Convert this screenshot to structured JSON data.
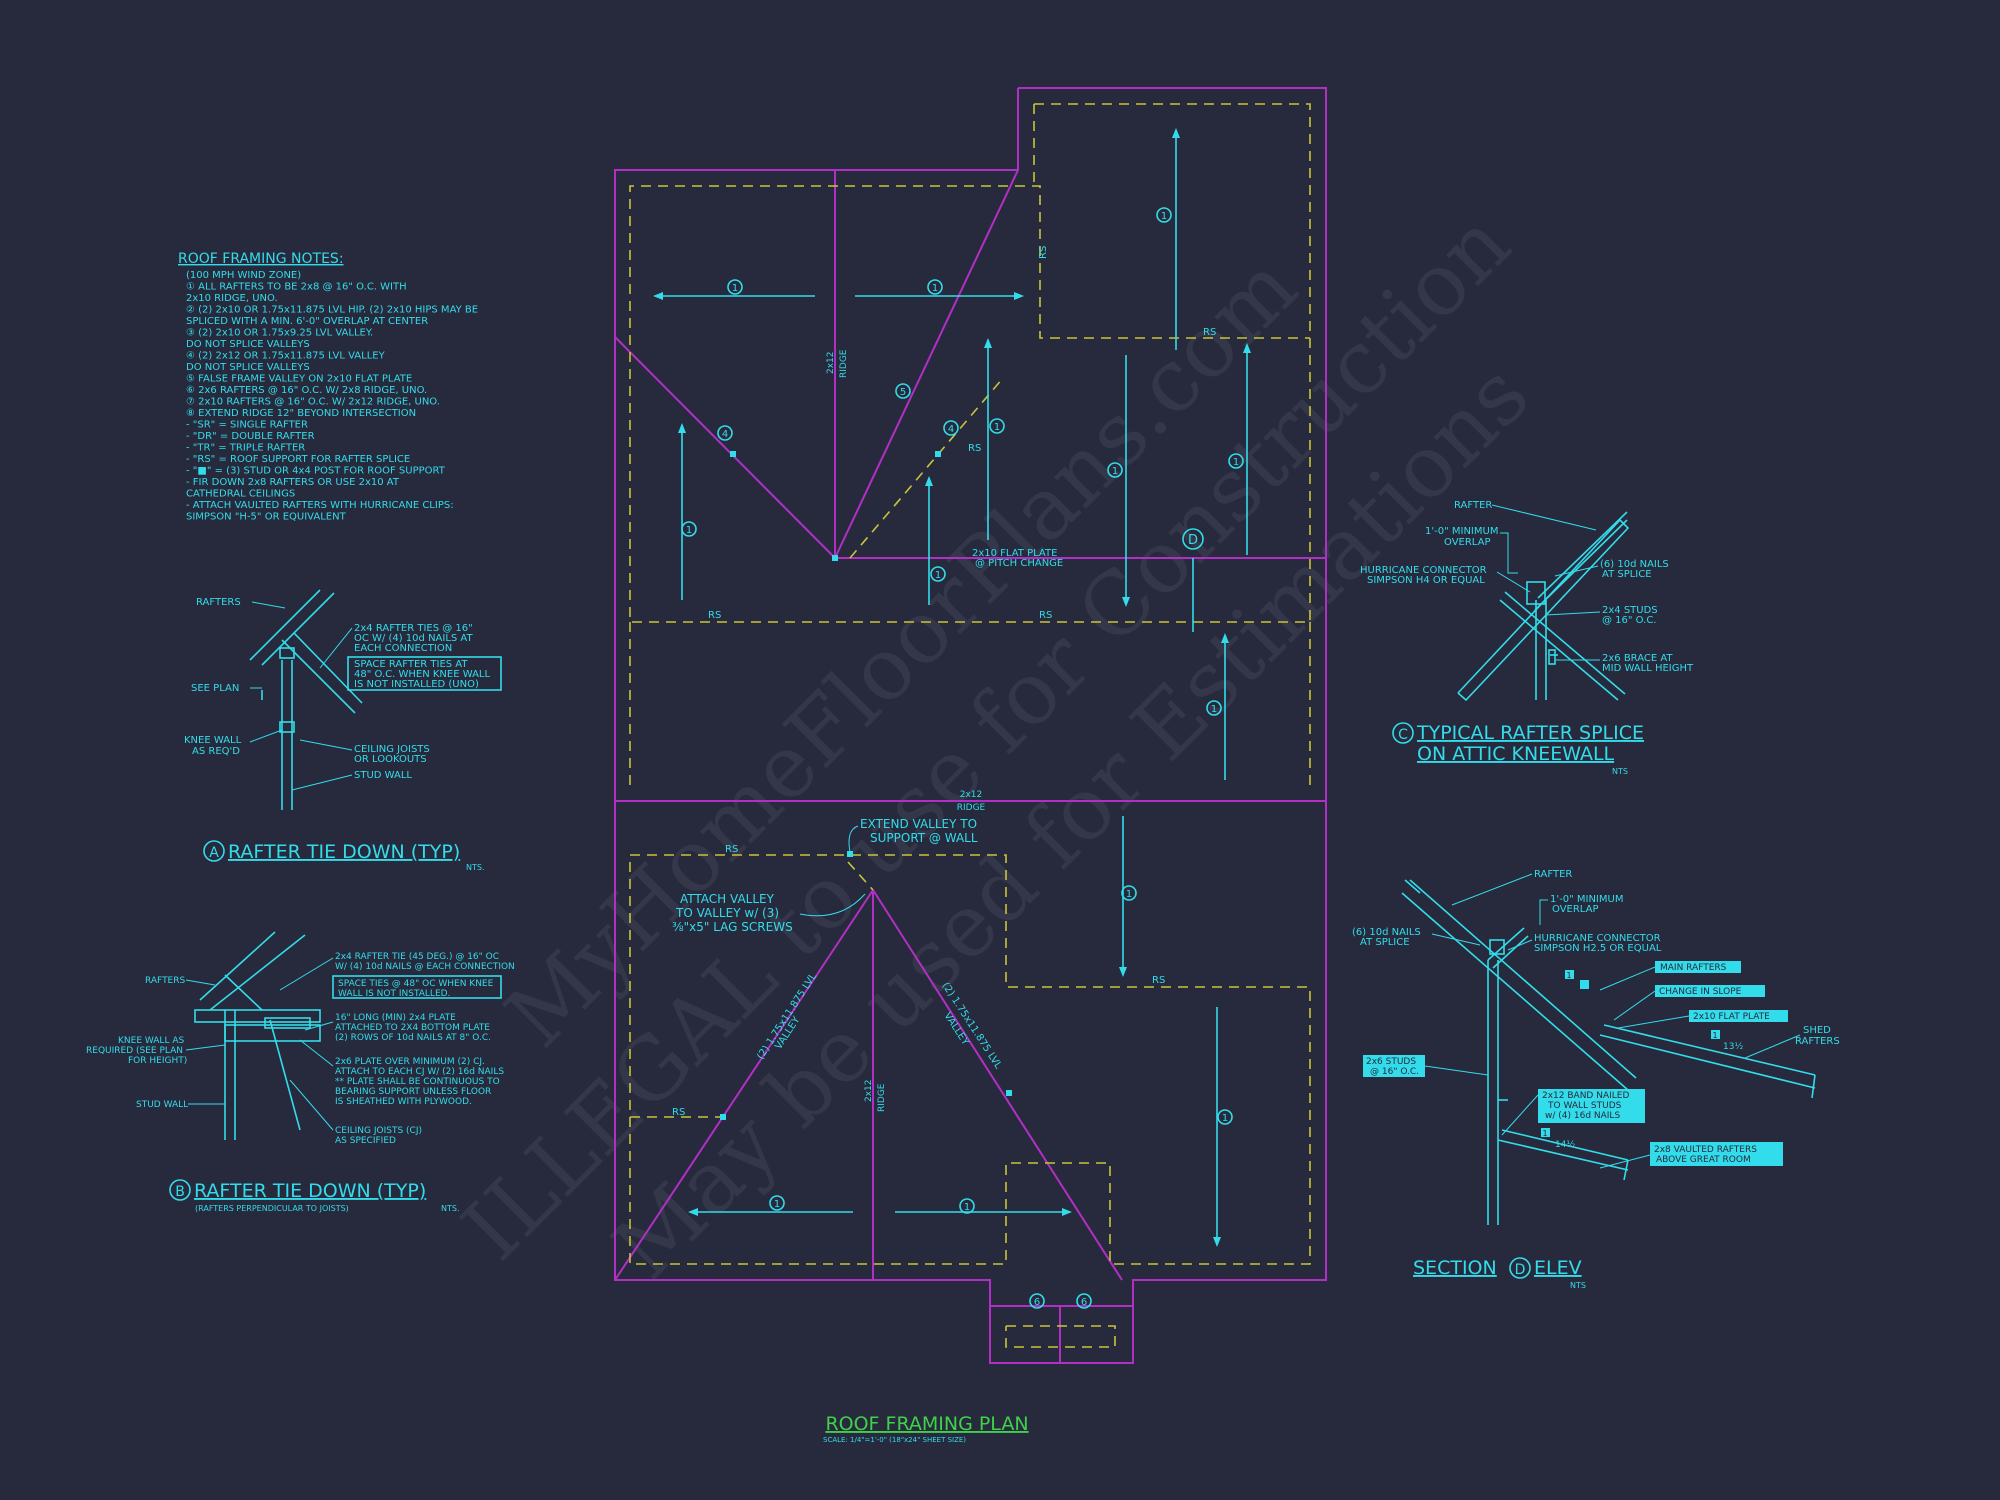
{
  "colors": {
    "background": "#272a3c",
    "cyan": "#33dcea",
    "plan_outline": "#b12fc4",
    "dashed": "#c8c43a",
    "title_green": "#3fd14a"
  },
  "notes": {
    "title": "ROOF FRAMING NOTES:",
    "lines": [
      "(100 MPH WIND ZONE)",
      "① ALL RAFTERS TO BE 2x8 @ 16\" O.C. WITH",
      "    2x10 RIDGE, UNO.",
      "② (2) 2x10 OR 1.75x11.875 LVL HIP. (2) 2x10 HIPS MAY BE",
      "    SPLICED WITH A MIN. 6'-0\" OVERLAP AT CENTER",
      "③ (2) 2x10 OR 1.75x9.25 LVL VALLEY.",
      "    DO NOT SPLICE VALLEYS",
      "④ (2) 2x12 OR 1.75x11.875 LVL VALLEY",
      "    DO NOT SPLICE VALLEYS",
      "⑤ FALSE FRAME VALLEY ON 2x10 FLAT PLATE",
      "⑥ 2x6 RAFTERS @ 16\" O.C. W/ 2x8 RIDGE, UNO.",
      "⑦ 2x10 RAFTERS @ 16\" O.C. W/ 2x12 RIDGE, UNO.",
      "⑧ EXTEND RIDGE 12\" BEYOND INTERSECTION",
      "-  \"SR\" = SINGLE RAFTER",
      "-  \"DR\" = DOUBLE RAFTER",
      "-  \"TR\" = TRIPLE RAFTER",
      "-  \"RS\" = ROOF SUPPORT FOR RAFTER SPLICE",
      "-  \"■\" = (3) STUD OR 4x4 POST FOR ROOF SUPPORT",
      "-  FIR DOWN 2x8 RAFTERS OR USE 2x10 AT",
      "    CATHEDRAL CEILINGS",
      "-  ATTACH VAULTED RAFTERS WITH HURRICANE CLIPS:",
      "    SIMPSON \"H-5\" OR EQUIVALENT"
    ]
  },
  "detail_a": {
    "letter": "A",
    "title": "RAFTER TIE DOWN (TYP)",
    "scale": "NTS.",
    "labels": {
      "rafters": "RAFTERS",
      "see_plan": "SEE PLAN",
      "knee_wall_1": "KNEE WALL",
      "knee_wall_2": "AS REQ'D",
      "tie_1": "2x4 RAFTER TIES @ 16\"",
      "tie_2": "OC W/ (4) 10d NAILS AT",
      "tie_3": "EACH CONNECTION",
      "space_1": "SPACE RAFTER TIES AT",
      "space_2": "48\" O.C. WHEN KNEE WALL",
      "space_3": "IS NOT INSTALLED (UNO)",
      "joists_1": "CEILING JOISTS",
      "joists_2": "OR LOOKOUTS",
      "stud_wall": "STUD WALL"
    }
  },
  "detail_b": {
    "letter": "B",
    "title": "RAFTER TIE DOWN (TYP)",
    "subtitle": "(RAFTERS PERPENDICULAR TO JOISTS)",
    "scale": "NTS.",
    "labels": {
      "rafters": "RAFTERS",
      "knee_1": "KNEE WALL AS",
      "knee_2": "REQUIRED (SEE PLAN",
      "knee_3": "FOR HEIGHT)",
      "stud_wall": "STUD WALL",
      "tie_1": "2x4 RAFTER TIE (45 DEG.) @ 16\" OC",
      "tie_2": "W/ (4) 10d NAILS @ EACH CONNECTION",
      "space_1": "SPACE TIES @ 48\" OC WHEN KNEE",
      "space_2": "WALL IS NOT INSTALLED.",
      "plate_1": "16\" LONG (MIN) 2x4 PLATE",
      "plate_2": "ATTACHED TO 2X4 BOTTOM PLATE",
      "plate_3": "(2) ROWS OF 10d NAILS AT 8\" O.C.",
      "over_1": "2x6 PLATE OVER MINIMUM (2) CJ.",
      "over_2": "ATTACH TO EACH CJ W/ (2) 16d NAILS",
      "over_3": "** PLATE SHALL BE CONTINUOUS TO",
      "over_4": "BEARING SUPPORT UNLESS FLOOR",
      "over_5": "IS SHEATHED WITH PLYWOOD.",
      "cj_1": "CEILING JOISTS (CJ)",
      "cj_2": "AS SPECIFIED"
    }
  },
  "detail_c": {
    "letter": "C",
    "title_1": "TYPICAL RAFTER SPLICE",
    "title_2": "ON ATTIC KNEEWALL",
    "scale": "NTS",
    "labels": {
      "rafter": "RAFTER",
      "overlap_1": "1'-0\" MINIMUM",
      "overlap_2": "OVERLAP",
      "hurricane_1": "HURRICANE CONNECTOR",
      "hurricane_2": "SIMPSON H4 OR EQUAL",
      "nails_1": "(6) 10d NAILS",
      "nails_2": "AT SPLICE",
      "studs_1": "2x4 STUDS",
      "studs_2": "@ 16\" O.C.",
      "brace_1": "2x6 BRACE AT",
      "brace_2": "MID WALL HEIGHT"
    }
  },
  "detail_d": {
    "title_pre": "SECTION",
    "letter": "D",
    "title_post": "ELEV",
    "scale": "NTS",
    "labels": {
      "rafter": "RAFTER",
      "overlap_1": "1'-0\" MINIMUM",
      "overlap_2": "OVERLAP",
      "nails_1": "(6) 10d NAILS",
      "nails_2": "AT SPLICE",
      "hurricane_1": "HURRICANE CONNECTOR",
      "hurricane_2": "SIMPSON H2.5 OR EQUAL",
      "main": "MAIN RAFTERS",
      "slope": "CHANGE IN SLOPE",
      "flat": "2x10 FLAT PLATE",
      "shed_1": "SHED",
      "shed_2": "RAFTERS",
      "pitch": "1",
      "pitch_run": "13½",
      "studs_1": "2x6 STUDS",
      "studs_2": "@ 16\" O.C.",
      "band_1": "2x12 BAND NAILED",
      "band_2": "TO WALL STUDS",
      "band_3": "w/ (4) 16d NAILS",
      "pitch_b": "1",
      "pitch_b_run": "14½",
      "vaulted_1": "2x8 VAULTED RAFTERS",
      "vaulted_2": "ABOVE GREAT ROOM"
    }
  },
  "plan": {
    "title": "ROOF FRAMING PLAN",
    "scale": "SCALE: 1/4\"=1'-0\" (18\"x24\" SHEET SIZE)",
    "rs": "RS",
    "ridge_size": "2x12",
    "ridge": "RIDGE",
    "flat_plate_1": "2x10 FLAT PLATE",
    "flat_plate_2": "@ PITCH CHANGE",
    "extend_1": "EXTEND VALLEY TO",
    "extend_2": "SUPPORT @ WALL",
    "attach_1": "ATTACH VALLEY",
    "attach_2": "TO VALLEY w/ (3)",
    "attach_3": "⅜\"x5\" LAG SCREWS",
    "valley_lvl": "(2) 1.75x11.875 LVL",
    "valley": "VALLEY",
    "tags": {
      "t1": "1",
      "t4": "4",
      "t5": "5",
      "t6": "6",
      "d": "D"
    }
  },
  "watermark": {
    "line1": "MyHomeFloorPlans.com",
    "line2": "ILLEGAL to use for Construction",
    "line3": "May be used for Estimations"
  }
}
